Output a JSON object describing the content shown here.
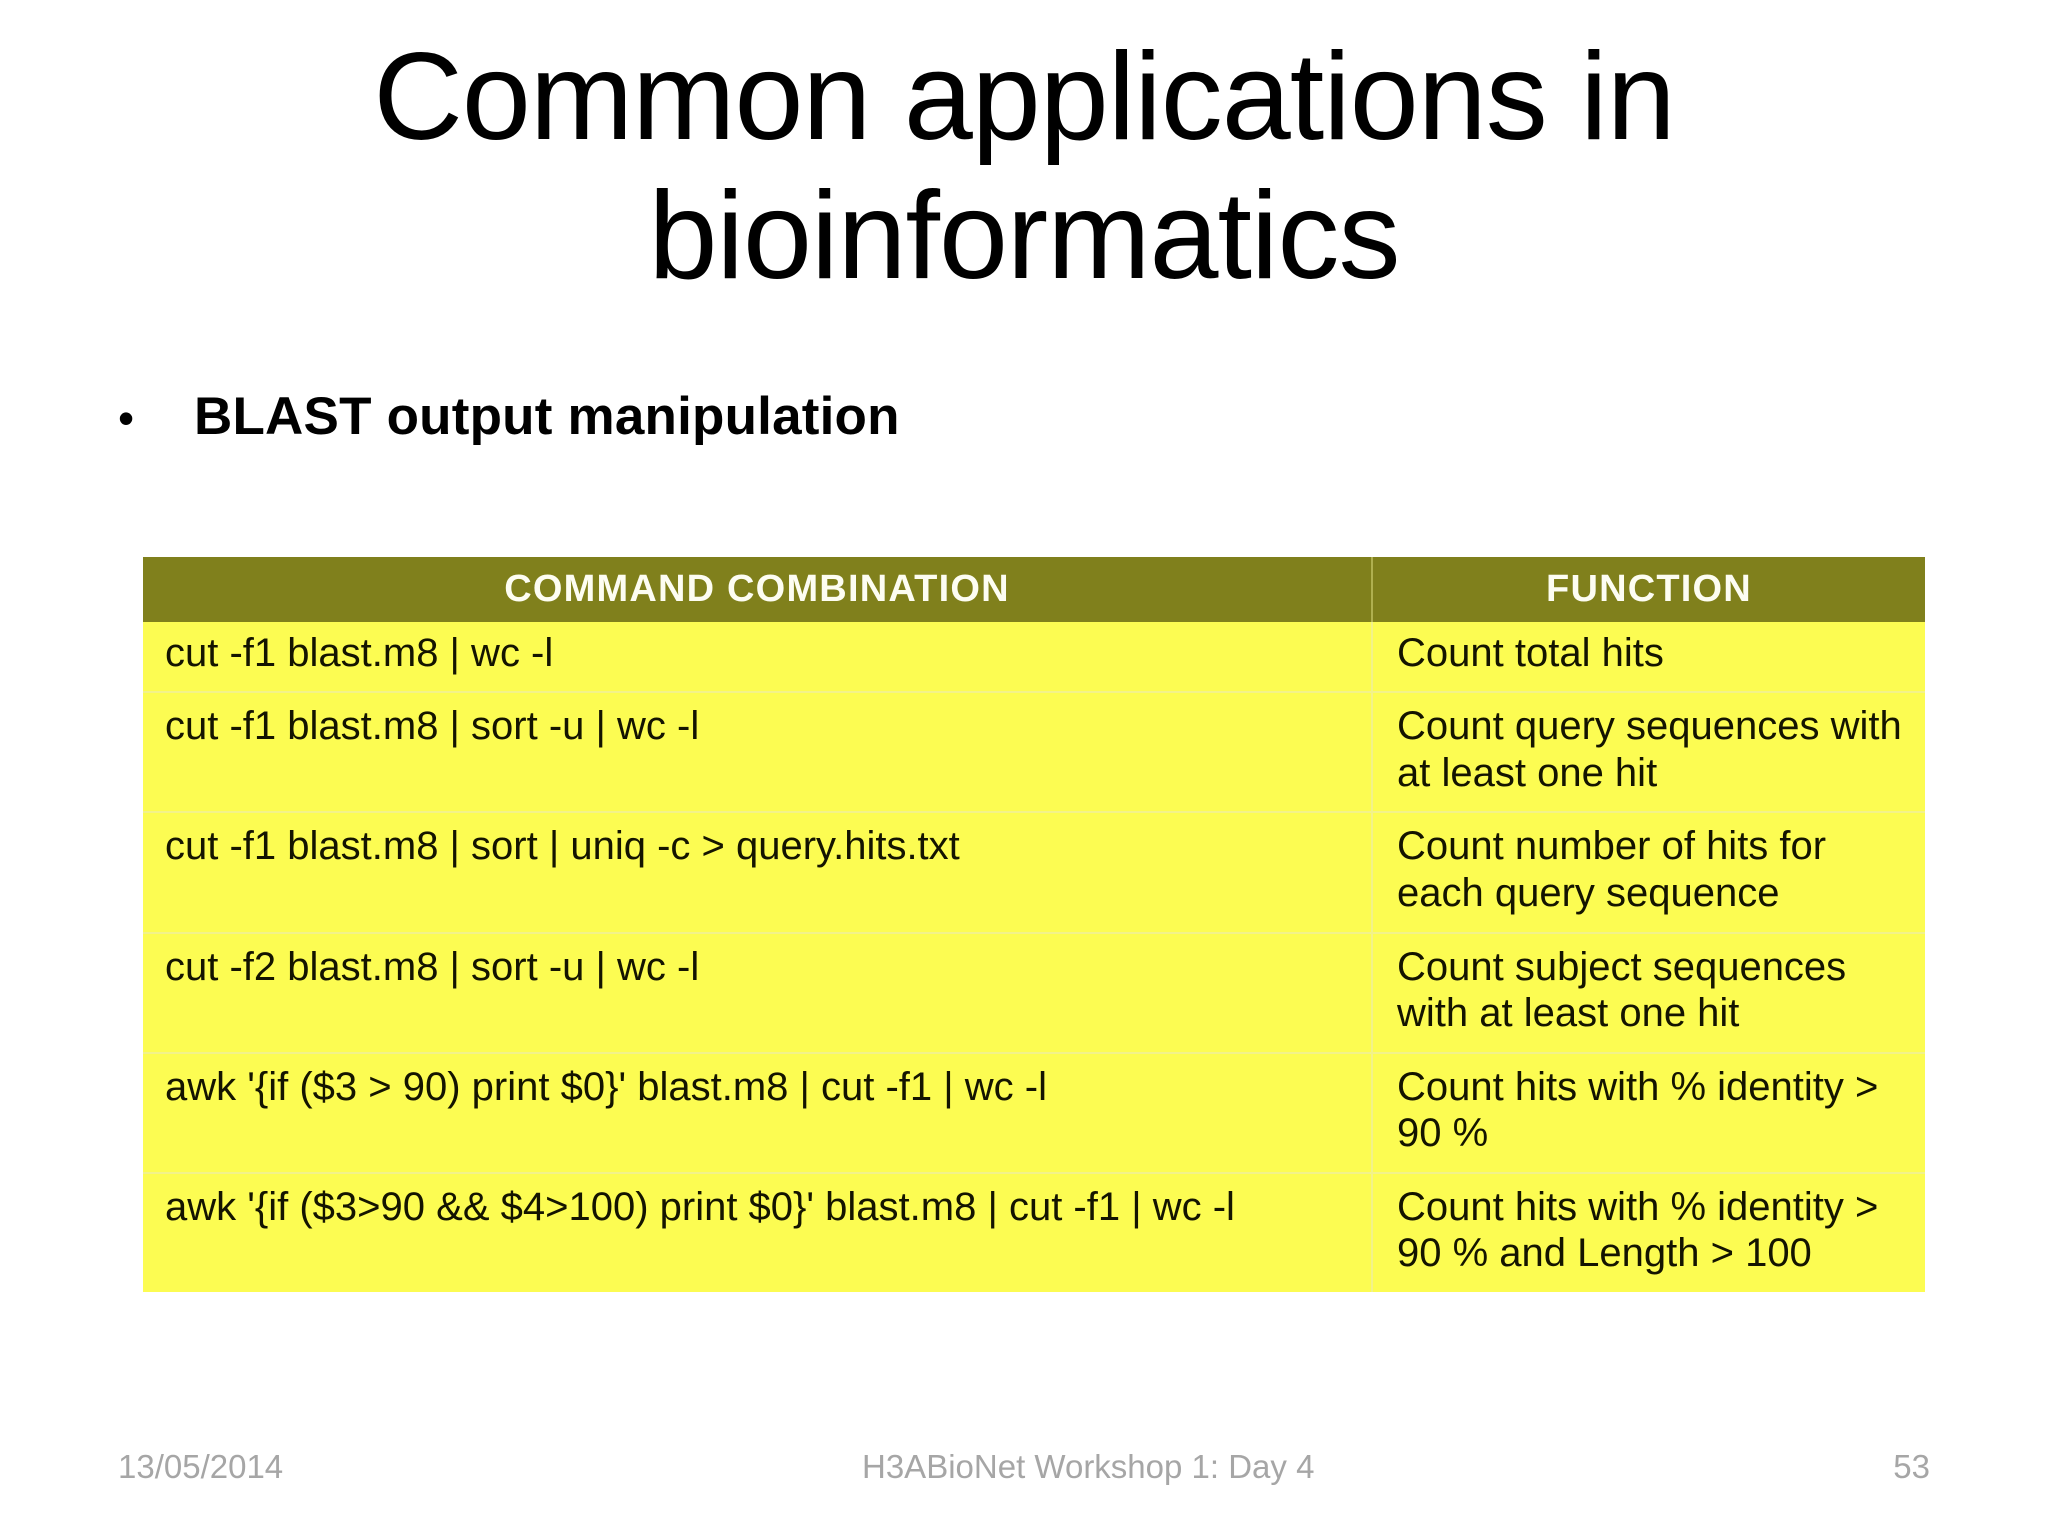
{
  "slide": {
    "title": "Common applications in bioinformatics",
    "bullet_marker": "•",
    "bullet_text": "BLAST output manipulation"
  },
  "colors": {
    "header_band": "#80801c",
    "cell_yellow": "#fcfc52",
    "header_text": "#fdfdf2",
    "body_text": "#141400",
    "footer_text": "#a6a6a6"
  },
  "table": {
    "headers": {
      "command": "COMMAND COMBINATION",
      "function": "FUNCTION"
    },
    "rows": [
      {
        "command": "cut -f1 blast.m8 | wc -l",
        "function": "Count total hits"
      },
      {
        "command": "cut -f1 blast.m8 | sort -u | wc -l",
        "function": "Count query sequences with at least one hit"
      },
      {
        "command": "cut -f1 blast.m8 | sort | uniq -c > query.hits.txt",
        "function": "Count number of hits for each query sequence"
      },
      {
        "command": "cut -f2 blast.m8 | sort -u | wc -l",
        "function": "Count subject sequences with at least one hit"
      },
      {
        "command": "awk '{if ($3 > 90) print $0}' blast.m8 | cut -f1 | wc -l",
        "function": "Count hits with % identity > 90 %"
      },
      {
        "command": "awk '{if ($3>90 && $4>100) print $0}' blast.m8 | cut -f1 | wc -l",
        "function": "Count hits with % identity > 90 % and Length > 100"
      }
    ]
  },
  "footer": {
    "date": "13/05/2014",
    "center": "H3ABioNet Workshop 1: Day 4",
    "page": "53"
  }
}
